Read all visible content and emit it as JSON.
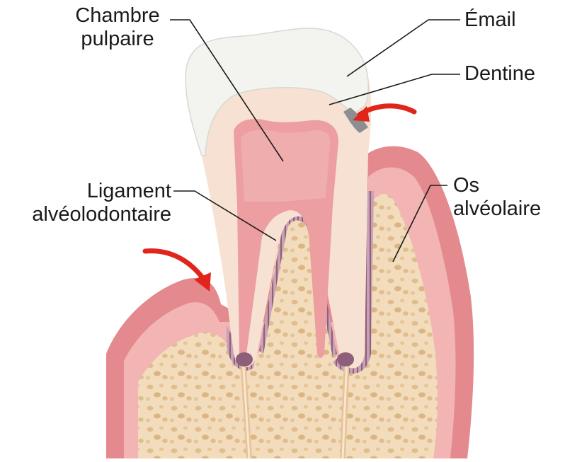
{
  "labels": {
    "chambre_pulpaire": {
      "line1": "Chambre",
      "line2": "pulpaire"
    },
    "email": "Émail",
    "dentine": "Dentine",
    "ligament": {
      "line1": "Ligament",
      "line2": "alvéolodontaire"
    },
    "os": {
      "line1": "Os",
      "line2": "alvéolaire"
    }
  },
  "colors": {
    "bone": "#f2dcbc",
    "bone_pores": "#e0c294",
    "gum": "#e48a8e",
    "gum_light": "#f2b5b3",
    "enamel": "#f3f3f0",
    "dentin": "#f6e1d2",
    "pulp": "#ec9ea0",
    "ligament": "#b8889f",
    "arrow": "#e1251b"
  }
}
